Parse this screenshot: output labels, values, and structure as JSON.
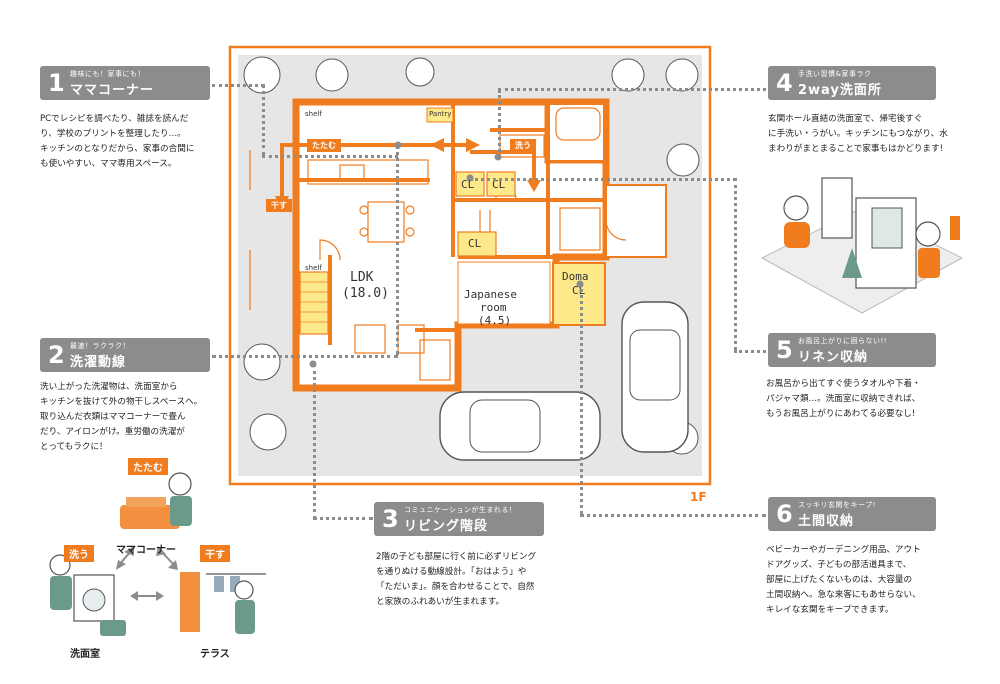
{
  "floorplan": {
    "rooms": {
      "ldk": "LDK",
      "ldk_size": "(18.0)",
      "japanese": "Japanese",
      "japanese2": "room",
      "japanese_size": "(4.5)",
      "doma": "Doma",
      "doma_cl": "CL",
      "cl1": "CL",
      "cl2": "CL",
      "cl3": "CL",
      "shelf1": "shelf",
      "shelf2": "shelf",
      "pantry": "Pantry"
    },
    "arrow_labels": {
      "tatamu": "たたむ",
      "arau": "洗う",
      "hosu": "干す"
    },
    "floor": "1F"
  },
  "callouts": {
    "c1": {
      "num": "1",
      "sub": "趣味にも！家事にも！",
      "title": "ママコーナー",
      "body": [
        "PCでレシピを調べたり、雑誌を読んだ",
        "り、学校のプリントを整理したり…。",
        "キッチンのとなりだから、家事の合間に",
        "も使いやすい、ママ専用スペース。"
      ]
    },
    "c2": {
      "num": "2",
      "sub": "最速！ラクラク！",
      "title": "洗濯動線",
      "body": [
        "洗い上がった洗濯物は、洗面室から",
        "キッチンを抜けて外の物干しスペースへ。",
        "取り込んだ衣類はママコーナーで畳ん",
        "だり、アイロンがけ。重労働の洗濯が",
        "とってもラクに！"
      ]
    },
    "c3": {
      "num": "3",
      "sub": "コミュニケーションが生まれる！",
      "title": "リビング階段",
      "body": [
        "2階の子ども部屋に行く前に必ずリビング",
        "を通りぬける動線設計。「おはよう」や",
        "「ただいま」。顔を合わせることで、自然",
        "と家族のふれあいが生まれます。"
      ]
    },
    "c4": {
      "num": "4",
      "sub": "手洗い習慣&家事ラク",
      "title": "2way洗面所",
      "body": [
        "玄関ホール直結の洗面室で、帰宅後すぐ",
        "に手洗い・うがい。キッチンにもつながり、水",
        "まわりがまとまることで家事もはかどります!"
      ]
    },
    "c5": {
      "num": "5",
      "sub": "お風呂上がりに困らない!!",
      "title": "リネン収納",
      "body": [
        "お風呂から出てすぐ使うタオルや下着・",
        "パジャマ類…。洗面室に収納できれば、",
        "もうお風呂上がりにあわてる必要なし!"
      ]
    },
    "c6": {
      "num": "6",
      "sub": "スッキリ玄関をキープ!",
      "title": "土間収納",
      "body": [
        "ベビーカーやガーデニング用品、アウト",
        "ドアグッズ、子どもの部活道具まで、",
        "部屋に上げたくないものは、大容量の",
        "土間収納へ。急な来客にもあせらない、",
        "キレイな玄関をキープできます。"
      ]
    }
  },
  "cycle": {
    "tatamu": "たたむ",
    "arau": "洗う",
    "hosu": "干す",
    "mama": "ママコーナー",
    "senmen": "洗面室",
    "terrace": "テラス"
  },
  "colors": {
    "orange": "#f07c1e",
    "gray": "#8c8c8c",
    "yellow": "#fde98a",
    "plot": "#e3e3e3"
  }
}
